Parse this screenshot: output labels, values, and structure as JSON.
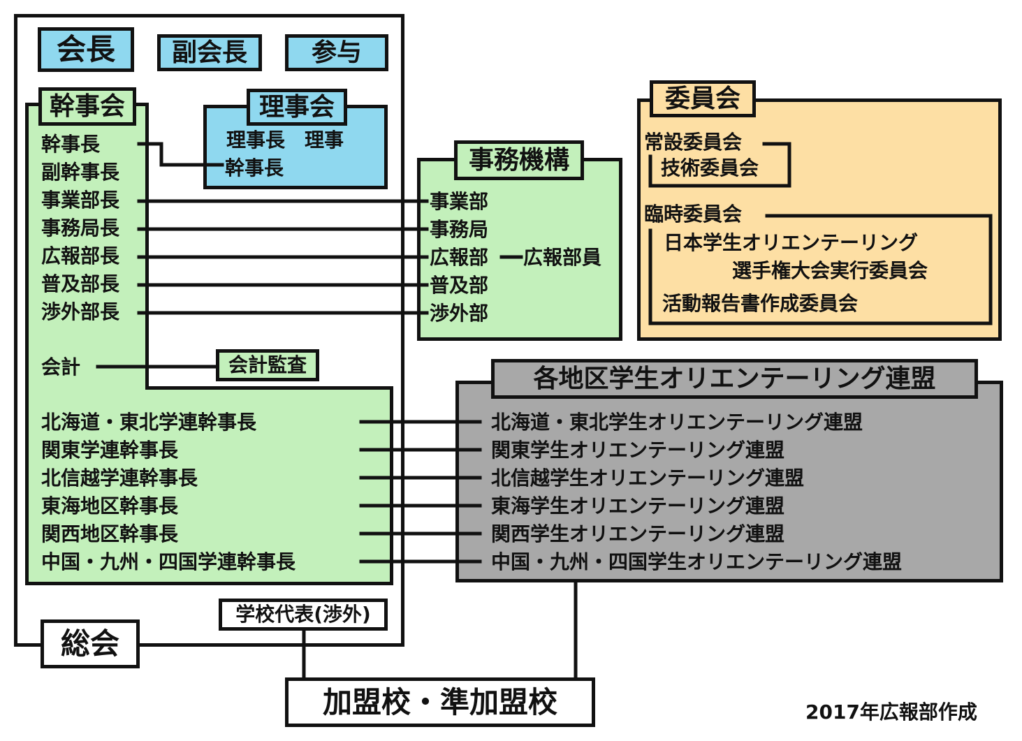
{
  "colors": {
    "blue": "#8fd8ef",
    "green": "#c3f0bb",
    "orange": "#fddfa4",
    "gray": "#a8a8a8",
    "white": "#ffffff",
    "line": "#111111"
  },
  "top_officers": [
    "会長",
    "副会長",
    "参与"
  ],
  "kanjikai": {
    "title": "幹事会",
    "members": [
      "幹事長",
      "副幹事長",
      "事業部長",
      "事務局長",
      "広報部長",
      "普及部長",
      "渉外部長"
    ],
    "treasurer": "会計",
    "auditor": "会計監査",
    "regional_heads": [
      "北海道・東北学連幹事長",
      "関東学連幹事長",
      "北信越学連幹事長",
      "東海地区幹事長",
      "関西地区幹事長",
      "中国・九州・四国学連幹事長"
    ]
  },
  "rijikai": {
    "title": "理事会",
    "row1": "理事長　理事",
    "row2": "幹事長"
  },
  "jimukiko": {
    "title": "事務機構",
    "items": [
      "事業部",
      "事務局",
      "広報部",
      "普及部",
      "渉外部"
    ],
    "koho_member": "広報部員"
  },
  "iinkai": {
    "title": "委員会",
    "standing": "常設委員会",
    "tech": "技術委員会",
    "temporary": "臨時委員会",
    "champ_line1": "日本学生オリエンテーリング",
    "champ_line2": "選手権大会実行委員会",
    "report": "活動報告書作成委員会"
  },
  "renmei": {
    "title": "各地区学生オリエンテーリング連盟",
    "items": [
      "北海道・東北学生オリエンテーリング連盟",
      "関東学生オリエンテーリング連盟",
      "北信越学生オリエンテーリング連盟",
      "東海学生オリエンテーリング連盟",
      "関西学生オリエンテーリング連盟",
      "中国・九州・四国学生オリエンテーリング連盟"
    ]
  },
  "school_rep": "学校代表(渉外)",
  "sokai": "総会",
  "member_schools": "加盟校・準加盟校",
  "credit": "2017年広報部作成"
}
